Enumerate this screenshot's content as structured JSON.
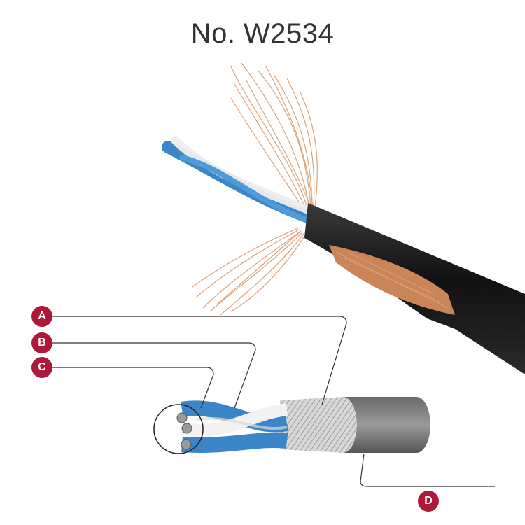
{
  "title": "No. W2534",
  "labels": {
    "a": "A",
    "b": "B",
    "c": "C",
    "d": "D"
  },
  "colors": {
    "badge": "#b0183a",
    "copper": "#d99a6c",
    "jacket": "#1a1a1a",
    "blue": "#3a86c8",
    "white": "#eeeeee"
  }
}
